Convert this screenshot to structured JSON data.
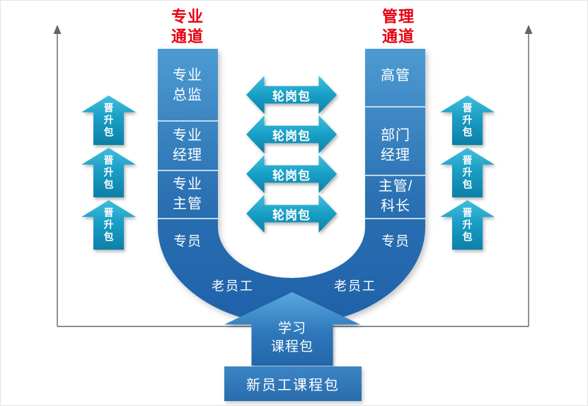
{
  "titles": {
    "professional": "专业\n通道",
    "management": "管理\n通道"
  },
  "professional_track": {
    "levels": [
      "专业\n总监",
      "专业\n经理",
      "专业\n主管"
    ],
    "entry_level": "专员"
  },
  "management_track": {
    "levels": [
      "高管",
      "部门\n经理",
      "主管/\n科长"
    ],
    "entry_level": "专员"
  },
  "rotation_packages": [
    "轮岗包",
    "轮岗包",
    "轮岗包",
    "轮岗包"
  ],
  "promotion_packages_left": [
    "晋升包",
    "晋升包",
    "晋升包"
  ],
  "promotion_packages_right": [
    "晋升包",
    "晋升包",
    "晋升包"
  ],
  "veteran_labels": {
    "left": "老员工",
    "right": "老员工"
  },
  "learning_package": "学习\n课程包",
  "newcomer_package": "新员工课程包",
  "colors": {
    "track_blue_top": "#4d9bd2",
    "track_blue_bottom": "#1f61a9",
    "arrow_teal_top": "#41bedd",
    "arrow_teal_bottom": "#0d7fa8",
    "title_red": "#e60012",
    "axis_gray": "#5b6770",
    "base_box_blue": "#2e75b6"
  }
}
